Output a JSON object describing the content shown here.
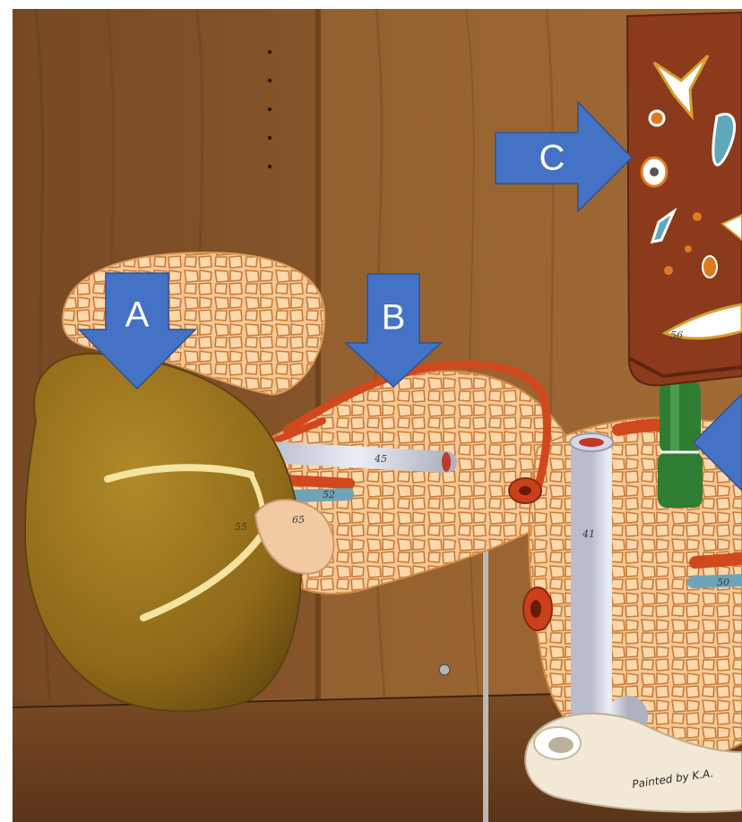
{
  "labels": {
    "arrow_a": "A",
    "arrow_b": "B",
    "arrow_c": "C"
  },
  "model_numbers": {
    "n45": "45",
    "n52": "52",
    "n55": "55",
    "n65": "65",
    "n41": "41",
    "n50": "50",
    "n56": "56"
  },
  "signature": "Painted by K.A.",
  "colors": {
    "arrow_blue": "#4472c4",
    "wood": "#8a5a32",
    "spleen": "#9c7420",
    "pancreas": "#f5c795",
    "artery": "#d2481e",
    "vein": "#dcdce6",
    "liver_block": "#8b3a1c",
    "bile_duct": "#2e7d32"
  }
}
